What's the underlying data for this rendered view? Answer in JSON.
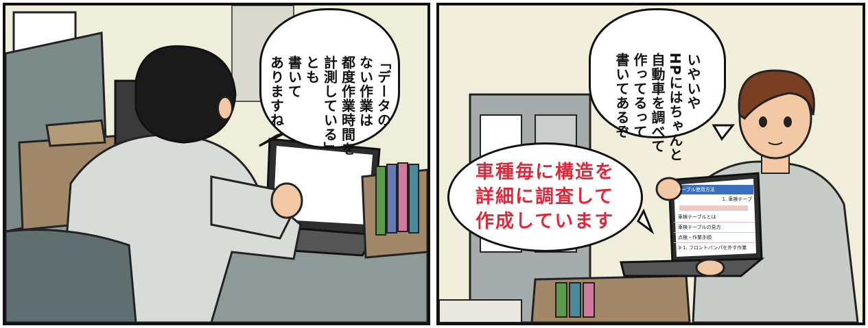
{
  "left_panel": {
    "speech_bubble": {
      "lines": [
        "「データの",
        "ない作業は",
        "都度作業時間を",
        "計測している」",
        "とも",
        "書いて",
        "ありますね"
      ]
    }
  },
  "right_panel": {
    "speech_bubble": {
      "lines": [
        "いやいや",
        "HPにはちゃんと",
        "自動車を調べて",
        "作ってるって",
        "書いてあるぞ"
      ]
    },
    "red_bubble": {
      "text": "車種毎に構造を\n詳細に調査して\n作成しています"
    },
    "laptop_screen": {
      "header": "テーブル使用方法",
      "subheader": "1. 車検テーブ",
      "list": [
        "車検テーブルとは",
        "車検テーブルの見方",
        "点検・作業手順",
        "3-1. フロントバンパを外す作業"
      ]
    }
  }
}
